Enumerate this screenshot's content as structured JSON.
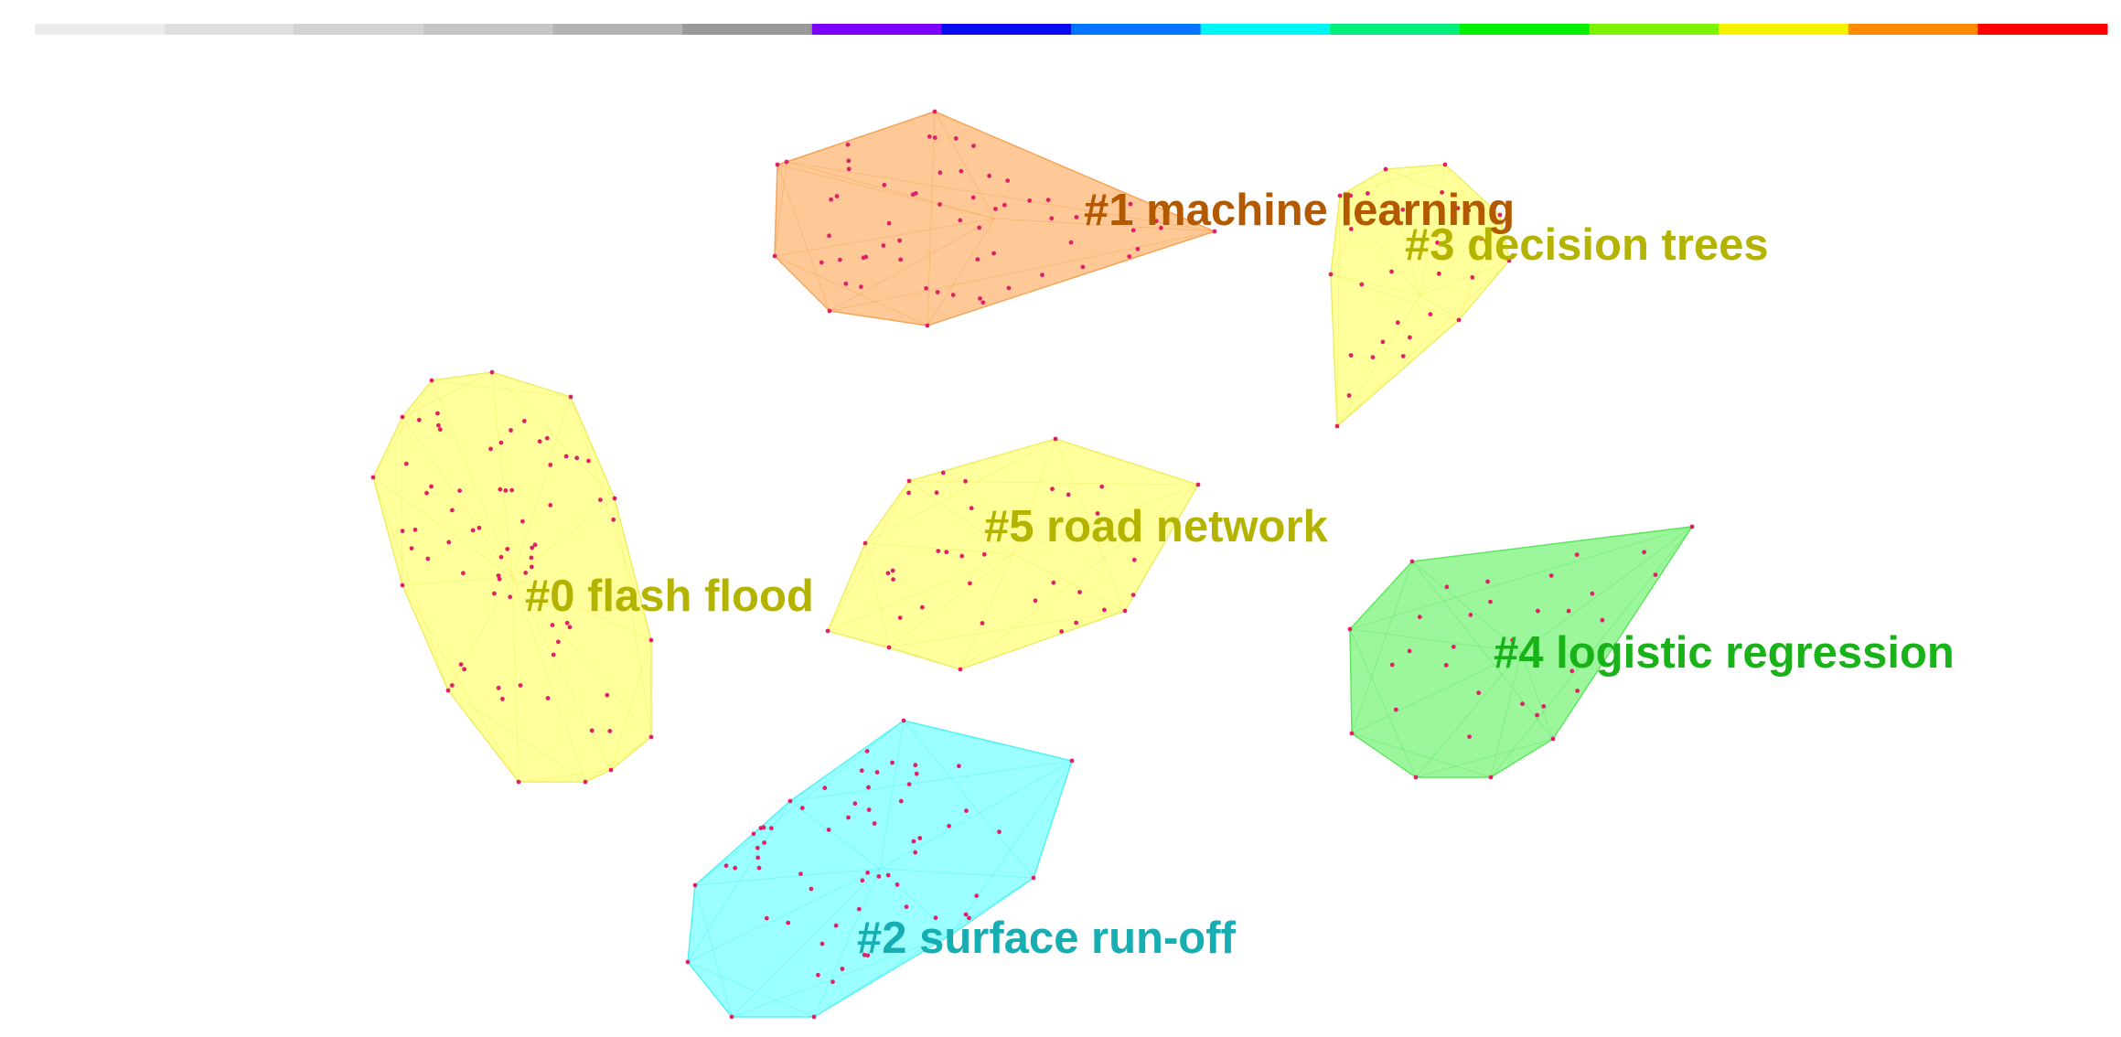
{
  "timeline_bar": {
    "segments": [
      {
        "color": "#ececec"
      },
      {
        "color": "#e0e0e0"
      },
      {
        "color": "#d3d3d3"
      },
      {
        "color": "#c6c6c6"
      },
      {
        "color": "#b3b3b3"
      },
      {
        "color": "#999999"
      },
      {
        "color": "#7b00ff"
      },
      {
        "color": "#0a0aee"
      },
      {
        "color": "#0074ff"
      },
      {
        "color": "#00f5f5"
      },
      {
        "color": "#00ee7a"
      },
      {
        "color": "#00ee00"
      },
      {
        "color": "#7bf200"
      },
      {
        "color": "#f6f200"
      },
      {
        "color": "#ff8c00"
      },
      {
        "color": "#ff0000"
      }
    ]
  },
  "clusters": [
    {
      "id": "cluster-0",
      "label": "#0 flash flood",
      "fill": "#ffff80",
      "stroke": "#eeee66",
      "text_color": "#b3b300",
      "icon": "cluster-hull"
    },
    {
      "id": "cluster-1",
      "label": "#1 machine learning",
      "fill": "#ffba7a",
      "stroke": "#f5a458",
      "text_color": "#b35900",
      "icon": "cluster-hull"
    },
    {
      "id": "cluster-2",
      "label": "#2 surface run-off",
      "fill": "#80ffff",
      "stroke": "#55f2f2",
      "text_color": "#16adb3",
      "icon": "cluster-hull"
    },
    {
      "id": "cluster-3",
      "label": "#3 decision trees",
      "fill": "#ffff80",
      "stroke": "#eeee66",
      "text_color": "#b3b300",
      "icon": "cluster-hull"
    },
    {
      "id": "cluster-4",
      "label": "#4 logistic regression",
      "fill": "#80f580",
      "stroke": "#5fe65f",
      "text_color": "#19b319",
      "icon": "cluster-hull"
    },
    {
      "id": "cluster-5",
      "label": "#5 road network",
      "fill": "#ffff80",
      "stroke": "#eeee66",
      "text_color": "#b3b300",
      "icon": "cluster-hull"
    }
  ]
}
